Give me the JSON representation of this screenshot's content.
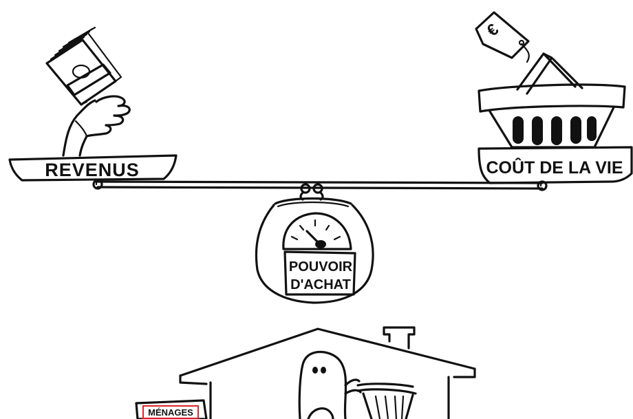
{
  "scale": {
    "left_label": "REVENUS",
    "right_label": "COÛT DE LA VIE",
    "center_label_line1": "POUVOIR",
    "center_label_line2": "D'ACHAT"
  },
  "household": {
    "sign_label": "MÉNAGES"
  },
  "colors": {
    "ink": "#111111",
    "background": "#ffffff",
    "accent": "#d9262a"
  },
  "icons": [
    "money-hand-icon",
    "price-tag-icon",
    "shopping-basket-icon",
    "gauge-icon",
    "purse-icon",
    "house-icon",
    "person-icon"
  ]
}
